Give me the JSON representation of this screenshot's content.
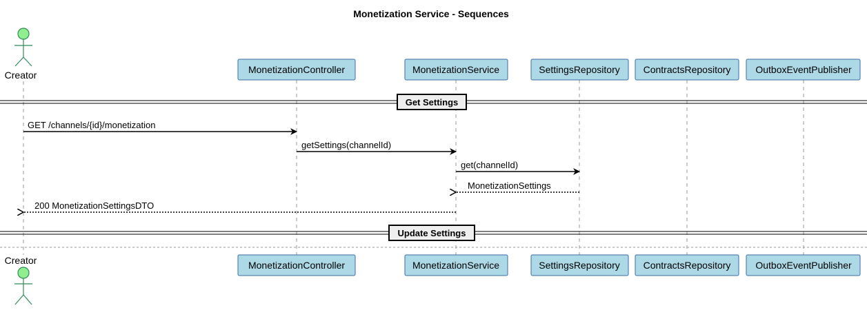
{
  "diagram": {
    "title": "Monetization Service - Sequences",
    "actor": {
      "name": "Creator"
    },
    "participants": [
      {
        "name": "MonetizationController"
      },
      {
        "name": "MonetizationService"
      },
      {
        "name": "SettingsRepository"
      },
      {
        "name": "ContractsRepository"
      },
      {
        "name": "OutboxEventPublisher"
      }
    ],
    "sections": [
      {
        "label": "Get Settings"
      },
      {
        "label": "Update Settings"
      }
    ],
    "messages": [
      {
        "from": "Creator",
        "to": "MonetizationController",
        "label": "GET /channels/{id}/monetization",
        "kind": "call"
      },
      {
        "from": "MonetizationController",
        "to": "MonetizationService",
        "label": "getSettings(channelId)",
        "kind": "call"
      },
      {
        "from": "MonetizationService",
        "to": "SettingsRepository",
        "label": "get(channelId)",
        "kind": "call"
      },
      {
        "from": "SettingsRepository",
        "to": "MonetizationService",
        "label": "MonetizationSettings",
        "kind": "return"
      },
      {
        "from": "MonetizationService",
        "to": "Creator",
        "label": "200 MonetizationSettingsDTO",
        "kind": "return"
      }
    ],
    "colors": {
      "participant_fill": "#add8e6",
      "participant_border": "#3a6ea5",
      "actor_fill": "#90ee90",
      "separator_fill": "#eeeeee"
    }
  }
}
